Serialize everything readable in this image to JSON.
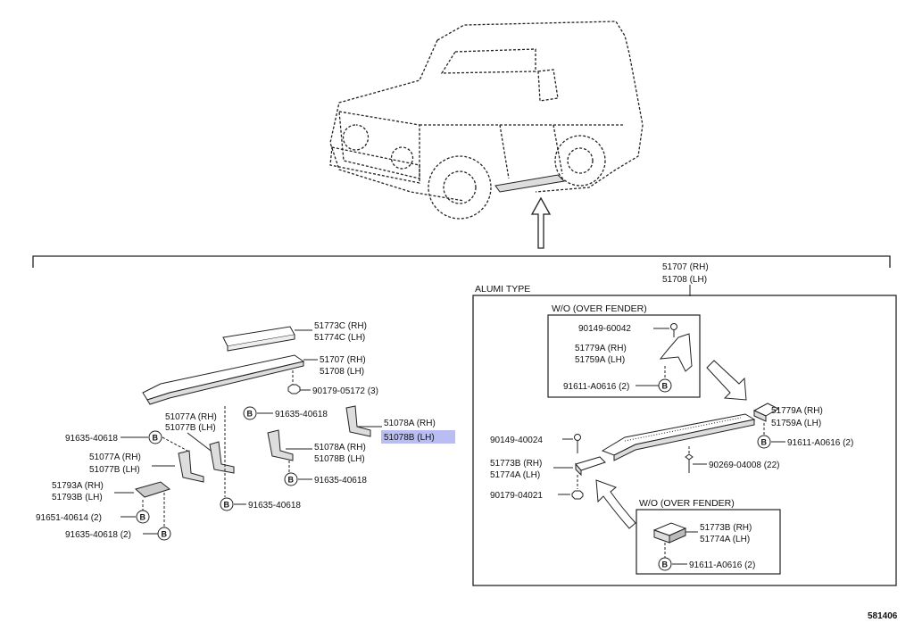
{
  "diagram_id": "581406",
  "right_group": {
    "title": "ALUMI TYPE",
    "part_rh": "51707 (RH)",
    "part_lh": "51708 (LH)"
  },
  "left": {
    "step_cover": {
      "rh": "51773C (RH)",
      "lh": "51774C (LH)"
    },
    "step": {
      "rh": "51707 (RH)",
      "lh": "51708 (LH)"
    },
    "nut": "90179-05172 (3)",
    "bolt_top": "91635-40618",
    "bracket_upper": {
      "rh": "51077A (RH)",
      "lh": "51077B (LH)"
    },
    "bolt_left": "91635-40618",
    "bracket_lower": {
      "rh": "51077A (RH)",
      "lh": "51077B (LH)"
    },
    "plate": {
      "rh": "51793A (RH)",
      "lh": "51793B (LH)"
    },
    "bolt_plate_1": "91651-40614 (2)",
    "bolt_plate_2": "91635-40618 (2)",
    "bolt_bottom": "91635-40618",
    "rear_bracket_a": {
      "rh": "51078A (RH)",
      "lh": "51078B (LH)"
    },
    "rear_bracket_b": {
      "rh": "51078A (RH)",
      "lh": "51078B (LH)"
    },
    "bolt_rear": "91635-40618"
  },
  "right": {
    "inset_top": {
      "title": "W/O (OVER FENDER)",
      "screw": "90149-60042",
      "mudguard_rh": "51779A (RH)",
      "mudguard_lh": "51759A (LH)",
      "bolt": "91611-A0616 (2)"
    },
    "end_cap": {
      "rh": "51779A (RH)",
      "lh": "51759A (LH)",
      "bolt": "91611-A0616 (2)"
    },
    "screw_left": "90149-40024",
    "cover_front": {
      "rh": "51773B (RH)",
      "lh": "51774A (LH)"
    },
    "nut_left": "90179-04021",
    "clip": "90269-04008 (22)",
    "inset_bottom": {
      "title": "W/O (OVER FENDER)",
      "rh": "51773B (RH)",
      "lh": "51774A (LH)",
      "bolt": "91611-A0616 (2)"
    }
  },
  "highlight_color": "#7f86e6",
  "marker_letter": "B"
}
